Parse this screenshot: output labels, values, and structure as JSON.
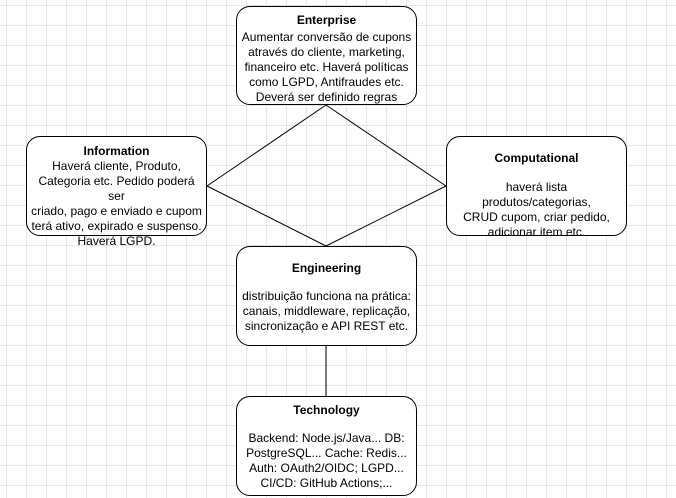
{
  "diagram": {
    "nodes": {
      "enterprise": {
        "title": "Enterprise",
        "body": "Aumentar conversão de cupons\natravés do cliente, marketing,\nfinanceiro etc. Haverá políticas\ncomo LGPD, Antifraudes etc.\nDeverá ser definido regras"
      },
      "information": {
        "title": "Information",
        "body": "Haverá cliente, Produto,\nCategoria etc. Pedido poderá ser\ncriado, pago e enviado e cupom\nterá ativo, expirado e suspenso.\nHaverá LGPD."
      },
      "computational": {
        "title": "Computational",
        "body": "haverá lista produtos/categorias,\nCRUD cupom, criar pedido,\nadicionar item etc."
      },
      "engineering": {
        "title": "Engineering",
        "body": "distribuição funciona na prática:\ncanais, middleware, replicação,\nsincronização e API REST etc."
      },
      "technology": {
        "title": "Technology",
        "body": "Backend: Node.js/Java... DB:\nPostgreSQL... Cache: Redis...\nAuth: OAuth2/OIDC; LGPD...\nCI/CD: GitHub Actions;..."
      }
    },
    "colors": {
      "stroke": "#000000",
      "fill": "#ffffff",
      "grid": "#e6e6e6"
    }
  }
}
